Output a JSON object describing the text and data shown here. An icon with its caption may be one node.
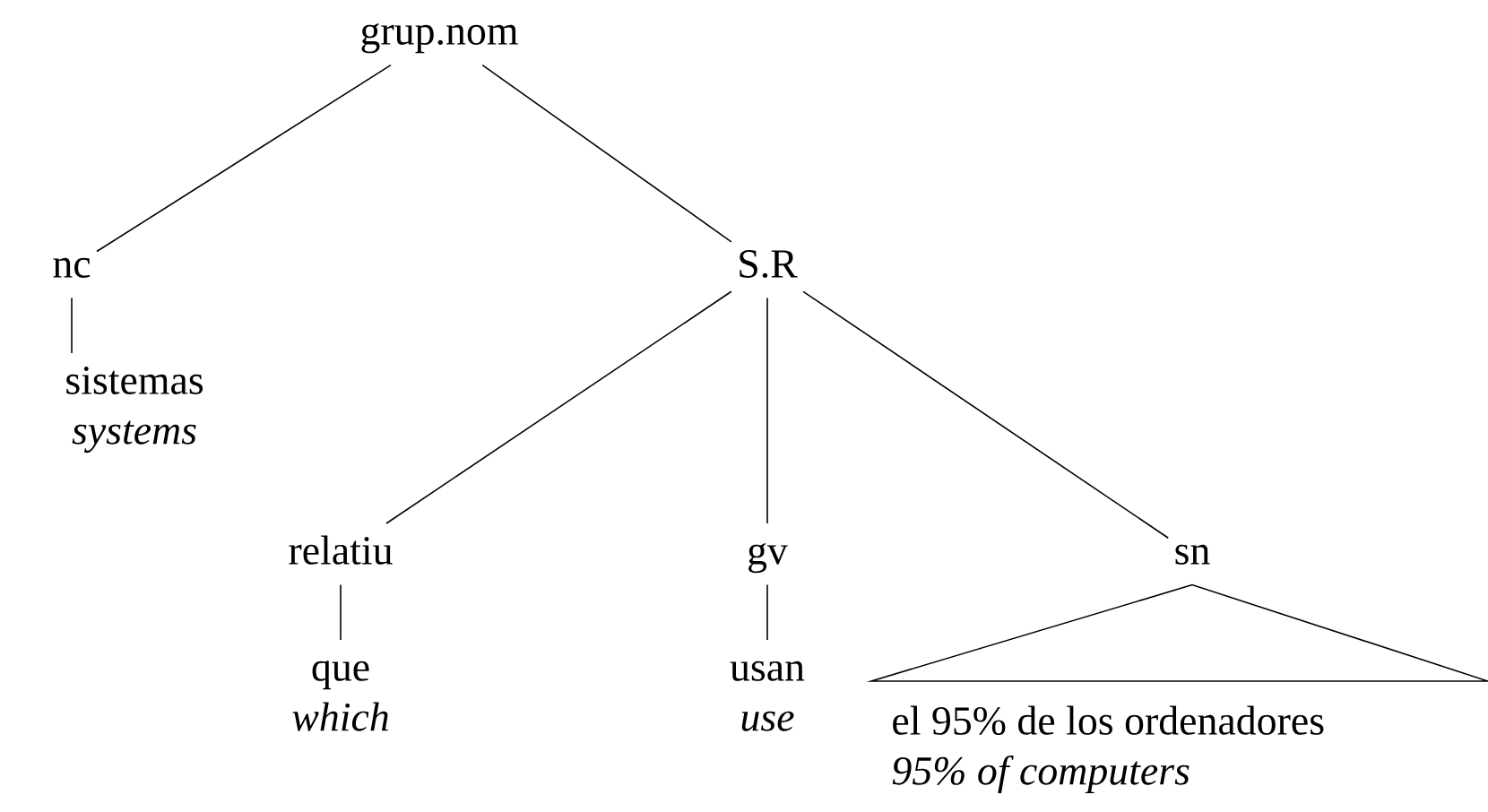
{
  "diagram": {
    "nodes": [
      {
        "text": [
          "grup.nom"
        ]
      },
      {
        "text": [
          "nc"
        ]
      },
      {
        "text": [
          "S.R"
        ]
      },
      {
        "text": [
          "sistemas",
          "systems"
        ]
      },
      {
        "text": [
          "relatiu"
        ]
      },
      {
        "text": [
          "gv"
        ]
      },
      {
        "text": [
          "sn"
        ]
      },
      {
        "text": [
          "que",
          "which"
        ]
      },
      {
        "text": [
          "usan",
          "use"
        ]
      },
      {
        "text": [
          "el 95% de los ordenadores",
          "95% of computers"
        ]
      }
    ],
    "edges": [
      {
        "from": 0,
        "to": 1,
        "arrow": "none"
      },
      {
        "from": 0,
        "to": 2,
        "arrow": "none"
      },
      {
        "from": 1,
        "to": 3,
        "arrow": "none"
      },
      {
        "from": 2,
        "to": 4,
        "arrow": "none"
      },
      {
        "from": 2,
        "to": 5,
        "arrow": "none"
      },
      {
        "from": 2,
        "to": 6,
        "arrow": "none"
      },
      {
        "from": 4,
        "to": 7,
        "arrow": "none"
      },
      {
        "from": 5,
        "to": 8,
        "arrow": "none"
      },
      {
        "from": 6,
        "to": 9,
        "arrow": "none"
      }
    ]
  }
}
